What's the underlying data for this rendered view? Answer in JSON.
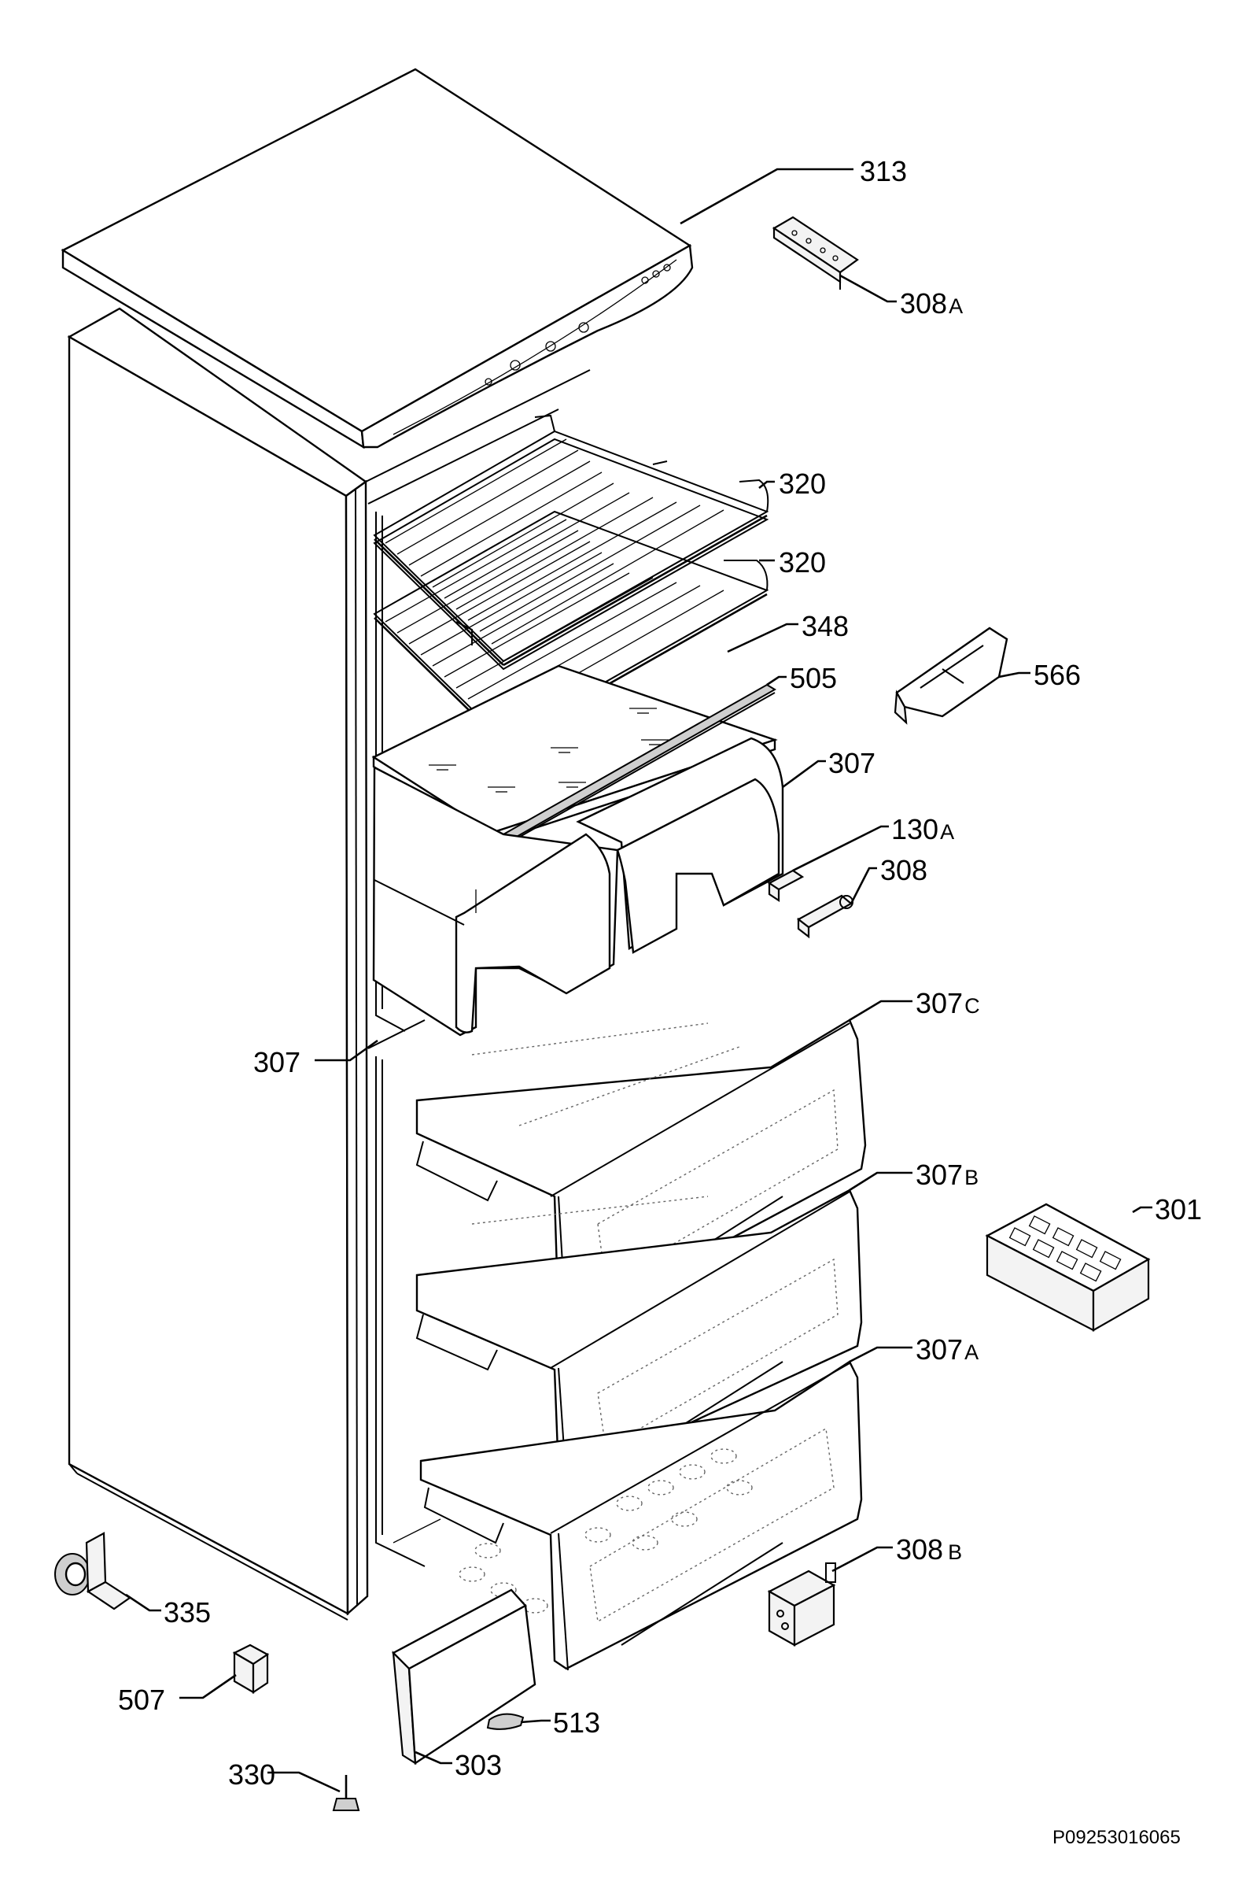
{
  "diagram": {
    "drawing_code": "P09253016065",
    "callouts": [
      {
        "id": "c313",
        "label": "313",
        "suffix": ""
      },
      {
        "id": "c308a",
        "label": "308",
        "suffix": "A"
      },
      {
        "id": "c320a",
        "label": "320",
        "suffix": ""
      },
      {
        "id": "c320b",
        "label": "320",
        "suffix": ""
      },
      {
        "id": "c348",
        "label": "348",
        "suffix": ""
      },
      {
        "id": "c505",
        "label": "505",
        "suffix": ""
      },
      {
        "id": "c566",
        "label": "566",
        "suffix": ""
      },
      {
        "id": "c307r",
        "label": "307",
        "suffix": ""
      },
      {
        "id": "c130a",
        "label": "130",
        "suffix": "A"
      },
      {
        "id": "c308",
        "label": "308",
        "suffix": ""
      },
      {
        "id": "c307l",
        "label": "307",
        "suffix": ""
      },
      {
        "id": "c307c",
        "label": "307",
        "suffix": "C"
      },
      {
        "id": "c307b",
        "label": "307",
        "suffix": "B"
      },
      {
        "id": "c301",
        "label": "301",
        "suffix": ""
      },
      {
        "id": "c307a",
        "label": "307",
        "suffix": "A"
      },
      {
        "id": "c308b",
        "label": "308",
        "suffix": "B"
      },
      {
        "id": "c335",
        "label": "335",
        "suffix": ""
      },
      {
        "id": "c507",
        "label": "507",
        "suffix": ""
      },
      {
        "id": "c513",
        "label": "513",
        "suffix": ""
      },
      {
        "id": "c330",
        "label": "330",
        "suffix": ""
      },
      {
        "id": "c303",
        "label": "303",
        "suffix": ""
      }
    ]
  }
}
